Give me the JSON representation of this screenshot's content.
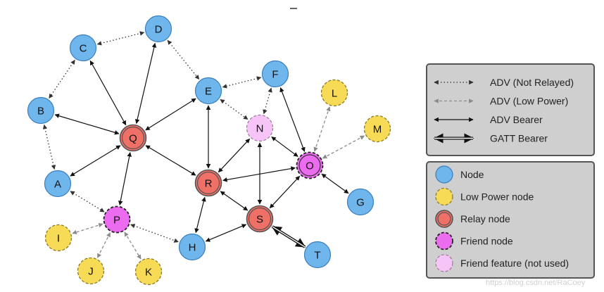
{
  "colors": {
    "node_fill": "#6fb6ec",
    "node_stroke": "#3b7fbf",
    "low_power_fill": "#f7da55",
    "low_power_stroke": "#8a7a2a",
    "relay_fill": "#ee7066",
    "relay_stroke": "#555555",
    "friend_fill": "#ec6cf0",
    "friend_feature_fill": "#f7c4f8",
    "legend_bg": "#cfcfcf",
    "legend_stroke": "#555555"
  },
  "nodes": [
    {
      "id": "A",
      "label": "A",
      "type": "node"
    },
    {
      "id": "B",
      "label": "B",
      "type": "node"
    },
    {
      "id": "C",
      "label": "C",
      "type": "node"
    },
    {
      "id": "D",
      "label": "D",
      "type": "node"
    },
    {
      "id": "E",
      "label": "E",
      "type": "node"
    },
    {
      "id": "F",
      "label": "F",
      "type": "node"
    },
    {
      "id": "G",
      "label": "G",
      "type": "node"
    },
    {
      "id": "H",
      "label": "H",
      "type": "node"
    },
    {
      "id": "T",
      "label": "T",
      "type": "node"
    },
    {
      "id": "I",
      "label": "I",
      "type": "low_power"
    },
    {
      "id": "J",
      "label": "J",
      "type": "low_power"
    },
    {
      "id": "K",
      "label": "K",
      "type": "low_power"
    },
    {
      "id": "L",
      "label": "L",
      "type": "low_power"
    },
    {
      "id": "M",
      "label": "M",
      "type": "low_power"
    },
    {
      "id": "Q",
      "label": "Q",
      "type": "relay"
    },
    {
      "id": "R",
      "label": "R",
      "type": "relay"
    },
    {
      "id": "S",
      "label": "S",
      "type": "relay"
    },
    {
      "id": "O",
      "label": "O",
      "type": "friend_relay"
    },
    {
      "id": "P",
      "label": "P",
      "type": "friend"
    },
    {
      "id": "N",
      "label": "N",
      "type": "friend_feature"
    }
  ],
  "edges": [
    {
      "from": "C",
      "to": "D",
      "style": "adv_not_relayed",
      "dir": "both"
    },
    {
      "from": "D",
      "to": "E",
      "style": "adv_not_relayed",
      "dir": "both"
    },
    {
      "from": "C",
      "to": "B",
      "style": "adv_not_relayed",
      "dir": "both"
    },
    {
      "from": "B",
      "to": "A",
      "style": "adv_not_relayed",
      "dir": "both"
    },
    {
      "from": "F",
      "to": "E",
      "style": "adv_not_relayed",
      "dir": "both"
    },
    {
      "from": "F",
      "to": "N",
      "style": "adv_not_relayed",
      "dir": "both"
    },
    {
      "from": "E",
      "to": "N",
      "style": "adv_not_relayed",
      "dir": "both"
    },
    {
      "from": "A",
      "to": "P",
      "style": "adv_not_relayed",
      "dir": "both"
    },
    {
      "from": "P",
      "to": "H",
      "style": "adv_not_relayed",
      "dir": "both"
    },
    {
      "from": "P",
      "to": "I",
      "style": "adv_low_power",
      "dir": "both"
    },
    {
      "from": "P",
      "to": "J",
      "style": "adv_low_power",
      "dir": "both"
    },
    {
      "from": "P",
      "to": "K",
      "style": "adv_low_power",
      "dir": "both"
    },
    {
      "from": "O",
      "to": "L",
      "style": "adv_low_power",
      "dir": "both"
    },
    {
      "from": "O",
      "to": "M",
      "style": "adv_low_power",
      "dir": "both"
    },
    {
      "from": "Q",
      "to": "C",
      "style": "adv_bearer",
      "dir": "both"
    },
    {
      "from": "Q",
      "to": "D",
      "style": "adv_bearer",
      "dir": "both"
    },
    {
      "from": "Q",
      "to": "B",
      "style": "adv_bearer",
      "dir": "both"
    },
    {
      "from": "Q",
      "to": "A",
      "style": "adv_bearer",
      "dir": "both"
    },
    {
      "from": "Q",
      "to": "E",
      "style": "adv_bearer",
      "dir": "both"
    },
    {
      "from": "Q",
      "to": "R",
      "style": "adv_bearer",
      "dir": "both"
    },
    {
      "from": "Q",
      "to": "P",
      "style": "adv_bearer",
      "dir": "both"
    },
    {
      "from": "E",
      "to": "R",
      "style": "adv_bearer",
      "dir": "both"
    },
    {
      "from": "N",
      "to": "R",
      "style": "adv_bearer",
      "dir": "both"
    },
    {
      "from": "N",
      "to": "S",
      "style": "adv_bearer",
      "dir": "both"
    },
    {
      "from": "N",
      "to": "O",
      "style": "adv_bearer",
      "dir": "both"
    },
    {
      "from": "F",
      "to": "O",
      "style": "adv_bearer",
      "dir": "both"
    },
    {
      "from": "O",
      "to": "R",
      "style": "adv_bearer",
      "dir": "both"
    },
    {
      "from": "O",
      "to": "S",
      "style": "adv_bearer",
      "dir": "both"
    },
    {
      "from": "O",
      "to": "G",
      "style": "adv_bearer",
      "dir": "both"
    },
    {
      "from": "R",
      "to": "S",
      "style": "adv_bearer",
      "dir": "both"
    },
    {
      "from": "R",
      "to": "H",
      "style": "adv_bearer",
      "dir": "both"
    },
    {
      "from": "S",
      "to": "H",
      "style": "adv_bearer",
      "dir": "both"
    },
    {
      "from": "S",
      "to": "T",
      "style": "gatt_bearer",
      "dir": "both"
    }
  ],
  "legend_edges": [
    {
      "style": "adv_not_relayed",
      "label": "ADV (Not Relayed)"
    },
    {
      "style": "adv_low_power",
      "label": "ADV (Low Power)"
    },
    {
      "style": "adv_bearer",
      "label": "ADV Bearer"
    },
    {
      "style": "gatt_bearer",
      "label": "GATT Bearer"
    }
  ],
  "legend_nodes": [
    {
      "type": "node",
      "label": "Node"
    },
    {
      "type": "low_power",
      "label": "Low Power node"
    },
    {
      "type": "relay",
      "label": "Relay node"
    },
    {
      "type": "friend",
      "label": "Friend node"
    },
    {
      "type": "friend_feature",
      "label": "Friend feature (not used)"
    }
  ],
  "watermark": "https://blog.csdn.net/RaCoey"
}
